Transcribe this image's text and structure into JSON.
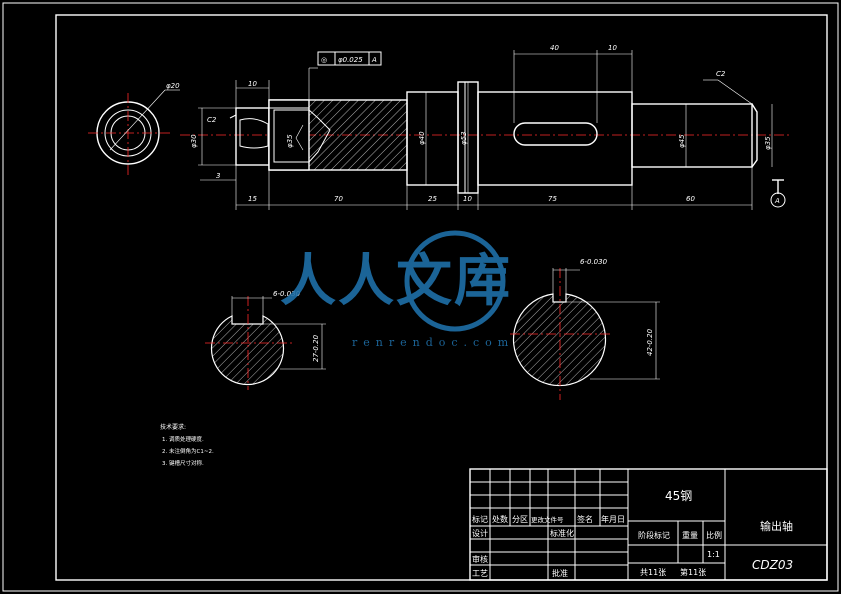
{
  "dims": {
    "d20": "φ20",
    "l10": "10",
    "c2_left": "C2",
    "d30": "φ30",
    "l3": "3",
    "l15": "15",
    "l70": "70",
    "fcf_symbol": "◎",
    "fcf_tol": "φ0.025",
    "fcf_datum": "A",
    "d35_left": "φ35",
    "d40": "φ40",
    "d53": "φ53",
    "l25": "25",
    "l10b": "10",
    "key40": "40",
    "key10": "10",
    "l75": "75",
    "d45": "φ45",
    "c2_right": "C2",
    "d35_right": "φ35",
    "l60": "60",
    "datum_a": "A",
    "sec_w_left": "6-0.030",
    "sec_h_left": "27-0.20",
    "sec_w_right": "6-0.030",
    "sec_h_right": "42-0.20"
  },
  "notes": {
    "title": "技术要求:",
    "items": [
      "1. 调质处理硬度.",
      "2. 未注倒角为C1~2.",
      "3. 键槽尺寸对称."
    ]
  },
  "title_block": {
    "material": "45钢",
    "part_name": "输出轴",
    "drawing_no": "CDZ03",
    "h_mark": "标记",
    "h_count": "处数",
    "h_zone": "分区",
    "h_docno": "更改文件号",
    "h_sign": "签名",
    "h_date": "年月日",
    "design": "设计",
    "standard": "标准化",
    "stage": "阶段标记",
    "weight": "重量",
    "scale_label": "比例",
    "scale": "1:1",
    "review": "审核",
    "process": "工艺",
    "approve": "批准",
    "sheets_total": "共11张",
    "sheet_no": "第11张"
  },
  "watermark": {
    "text": "人人文库",
    "url": "renrendoc.com"
  }
}
